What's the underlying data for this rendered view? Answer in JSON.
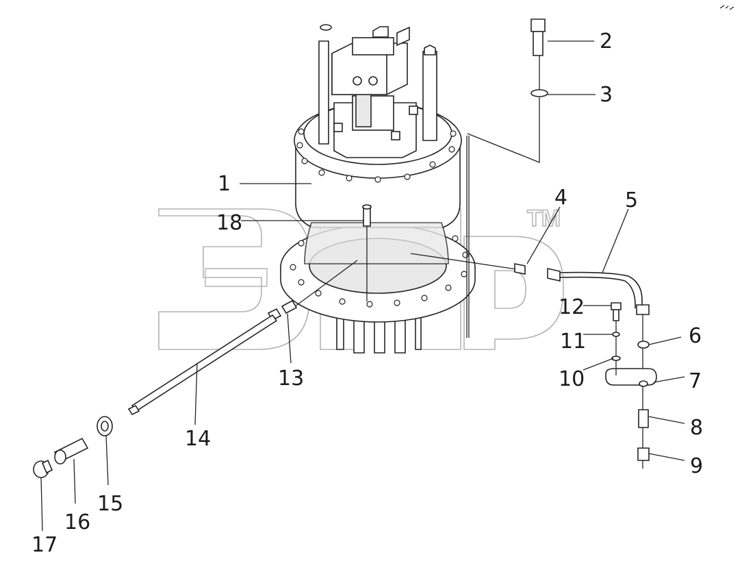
{
  "watermark": {
    "logo_text": "ЭПР",
    "trademark": "TM"
  },
  "callouts": [
    {
      "num": "1",
      "part": "swing-reducer-assembly"
    },
    {
      "num": "2",
      "part": "bolt"
    },
    {
      "num": "3",
      "part": "washer"
    },
    {
      "num": "4",
      "part": "fitting"
    },
    {
      "num": "5",
      "part": "bent-pipe"
    },
    {
      "num": "6",
      "part": "washer"
    },
    {
      "num": "7",
      "part": "bracket-plate"
    },
    {
      "num": "8",
      "part": "connector"
    },
    {
      "num": "9",
      "part": "nut"
    },
    {
      "num": "10",
      "part": "washer"
    },
    {
      "num": "11",
      "part": "spring-washer"
    },
    {
      "num": "12",
      "part": "bolt"
    },
    {
      "num": "13",
      "part": "fitting"
    },
    {
      "num": "14",
      "part": "straight-pipe"
    },
    {
      "num": "15",
      "part": "nut"
    },
    {
      "num": "16",
      "part": "sleeve"
    },
    {
      "num": "17",
      "part": "cap-nut"
    },
    {
      "num": "18",
      "part": "dipstick"
    }
  ]
}
